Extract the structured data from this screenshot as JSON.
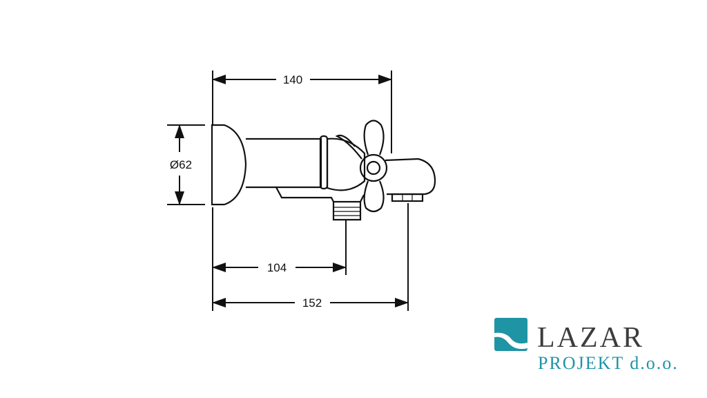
{
  "dimensions": {
    "top_width": "140",
    "diameter": "Ø62",
    "outlet_distance": "104",
    "total_length": "152"
  },
  "logo": {
    "name": "LAZAR",
    "subtitle": "PROJEKT d.o.o.",
    "brand_color": "#1f94a5",
    "text_color": "#3c3c3c"
  }
}
